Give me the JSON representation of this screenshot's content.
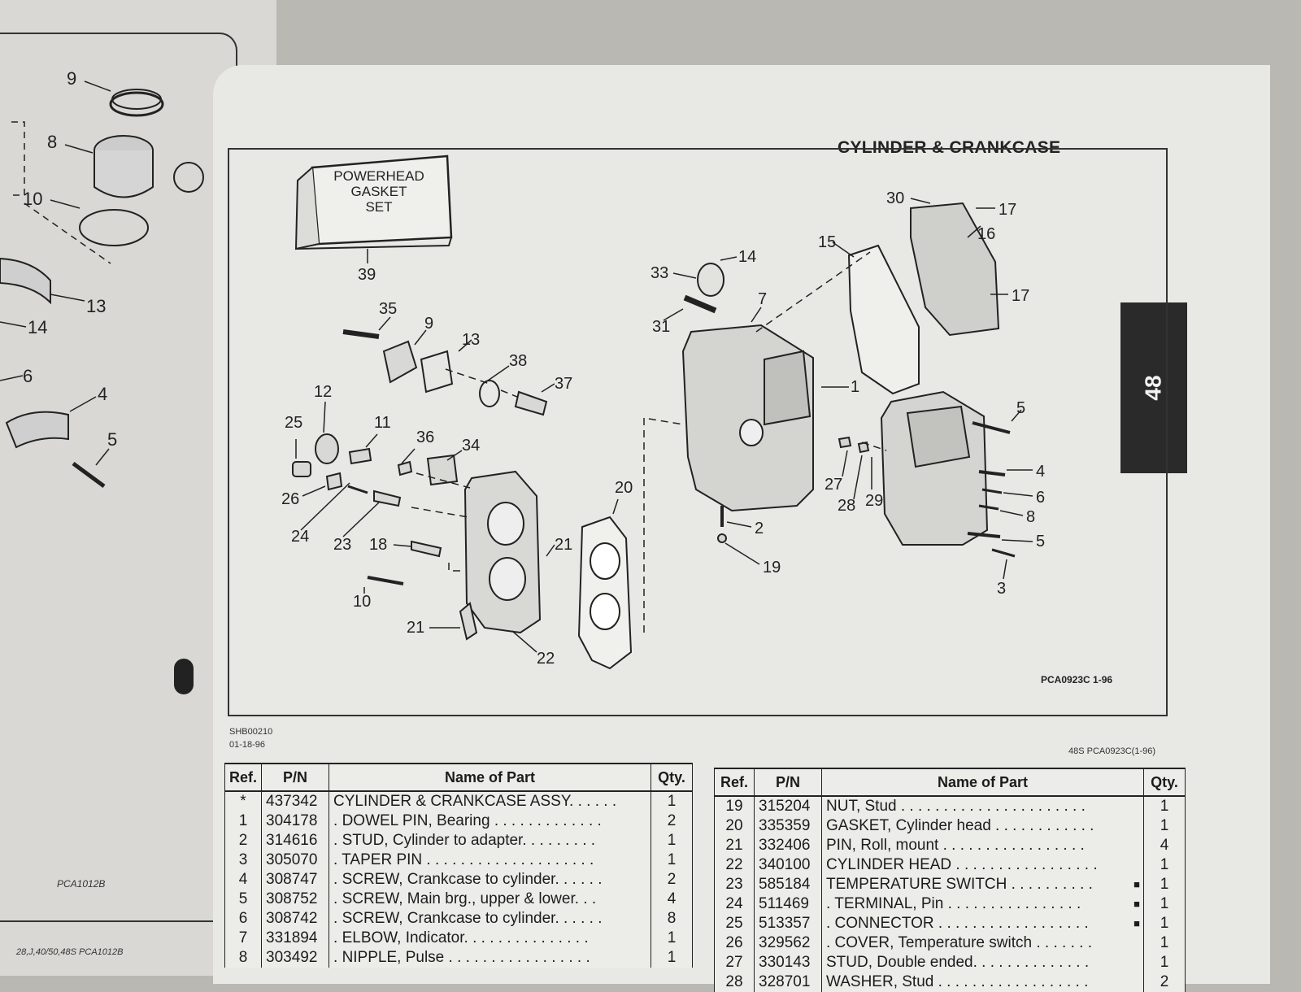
{
  "left_page": {
    "callouts": [
      "9",
      "8",
      "10",
      "13",
      "14",
      "6",
      "4",
      "5"
    ],
    "figure_code": "PCA1012B",
    "footer": "28,J,40/50,48S PCA1012B"
  },
  "page": {
    "title": "CYLINDER & CRANKCASE",
    "tab_number": "48",
    "doc_code": "SHB00210",
    "doc_date": "01-18-96",
    "figure_code": "PCA0923C   1-96",
    "model_code": "48S PCA0923C(1-96)"
  },
  "diagram": {
    "gasket_box": {
      "line1": "POWERHEAD",
      "line2": "GASKET",
      "line3": "SET",
      "ref": "39"
    },
    "callouts": [
      "35",
      "9",
      "13",
      "38",
      "37",
      "12",
      "25",
      "11",
      "36",
      "34",
      "26",
      "24",
      "23",
      "18",
      "10",
      "21",
      "21",
      "22",
      "20",
      "33",
      "14",
      "7",
      "31",
      "15",
      "30",
      "17",
      "16",
      "17",
      "1",
      "5",
      "4",
      "6",
      "8",
      "5",
      "3",
      "27",
      "28",
      "29",
      "2",
      "19"
    ]
  },
  "table": {
    "headers": {
      "ref": "Ref.",
      "pn": "P/N",
      "name": "Name of Part",
      "qty": "Qty."
    },
    "left_rows": [
      {
        "ref": "*",
        "pn": "437342",
        "name": "CYLINDER & CRANKCASE ASSY. . . . . .",
        "qty": "1"
      },
      {
        "ref": "1",
        "pn": "304178",
        "name": ". DOWEL PIN, Bearing . . . . . . . . . . . . .",
        "qty": "2"
      },
      {
        "ref": "2",
        "pn": "314616",
        "name": ". STUD, Cylinder to adapter. . . . . . . . .",
        "qty": "1"
      },
      {
        "ref": "3",
        "pn": "305070",
        "name": ". TAPER PIN . . . . . . . . . . . . . . . . . . . .",
        "qty": "1"
      },
      {
        "ref": "4",
        "pn": "308747",
        "name": ". SCREW, Crankcase to cylinder. . . . . .",
        "qty": "2"
      },
      {
        "ref": "5",
        "pn": "308752",
        "name": ". SCREW, Main brg., upper & lower. . .",
        "qty": "4"
      },
      {
        "ref": "6",
        "pn": "308742",
        "name": ". SCREW, Crankcase to cylinder. . . . . .",
        "qty": "8"
      },
      {
        "ref": "7",
        "pn": "331894",
        "name": ". ELBOW, Indicator. . . . . . . . . . . . . . .",
        "qty": "1"
      },
      {
        "ref": "8",
        "pn": "303492",
        "name": ". NIPPLE, Pulse . . . . . . . . . . . . . . . . .",
        "qty": "1"
      }
    ],
    "right_rows": [
      {
        "ref": "19",
        "pn": "315204",
        "name": "NUT, Stud . . . . . . . . . . . . . . . . . . . . . .",
        "qty": "1",
        "mark": ""
      },
      {
        "ref": "20",
        "pn": "335359",
        "name": "GASKET, Cylinder head . . . . . . . . . . . .",
        "qty": "1",
        "mark": ""
      },
      {
        "ref": "21",
        "pn": "332406",
        "name": "PIN, Roll, mount . . . . . . . . . . . . . . . . .",
        "qty": "4",
        "mark": ""
      },
      {
        "ref": "22",
        "pn": "340100",
        "name": "CYLINDER HEAD . . . . . . . . . . . . . . . . .",
        "qty": "1",
        "mark": ""
      },
      {
        "ref": "23",
        "pn": "585184",
        "name": "TEMPERATURE SWITCH . . . . . . . . . .",
        "qty": "1",
        "mark": "■"
      },
      {
        "ref": "24",
        "pn": "511469",
        "name": ". TERMINAL, Pin . . . . . . . . . . . . . . . .",
        "qty": "1",
        "mark": "■"
      },
      {
        "ref": "25",
        "pn": "513357",
        "name": ". CONNECTOR . . . . . . . . . . . . . . . . . .",
        "qty": "1",
        "mark": "■"
      },
      {
        "ref": "26",
        "pn": "329562",
        "name": ". COVER, Temperature switch . . . . . . .",
        "qty": "1",
        "mark": ""
      },
      {
        "ref": "27",
        "pn": "330143",
        "name": "STUD, Double ended. . . . . . . . . . . . . .",
        "qty": "1",
        "mark": ""
      },
      {
        "ref": "28",
        "pn": "328701",
        "name": "WASHER, Stud . . . . . . . . . . . . . . . . . .",
        "qty": "2",
        "mark": ""
      }
    ]
  }
}
